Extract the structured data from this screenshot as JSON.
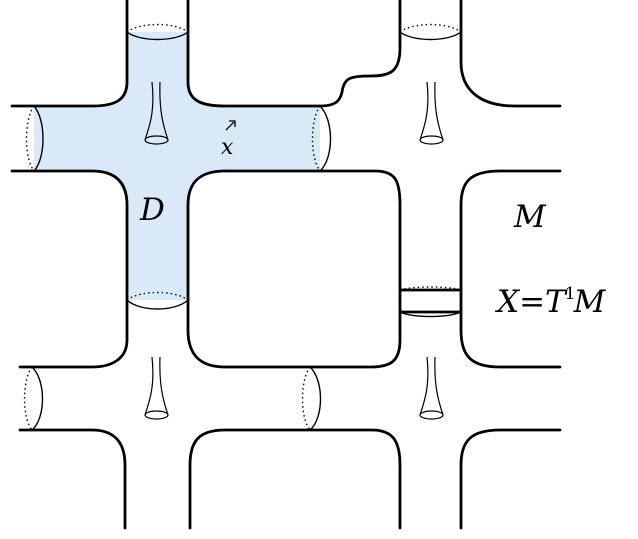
{
  "labels": {
    "disk": "D",
    "point": "x",
    "surface": "M",
    "bundle_lhs": "X=T",
    "bundle_sup": "1",
    "bundle_rhs": "M"
  },
  "colors": {
    "disk_fill": "#d9e9f8",
    "stroke": "#000000",
    "background": "#ffffff"
  },
  "icons": {
    "point_marker": "small-arrow-up-right"
  }
}
